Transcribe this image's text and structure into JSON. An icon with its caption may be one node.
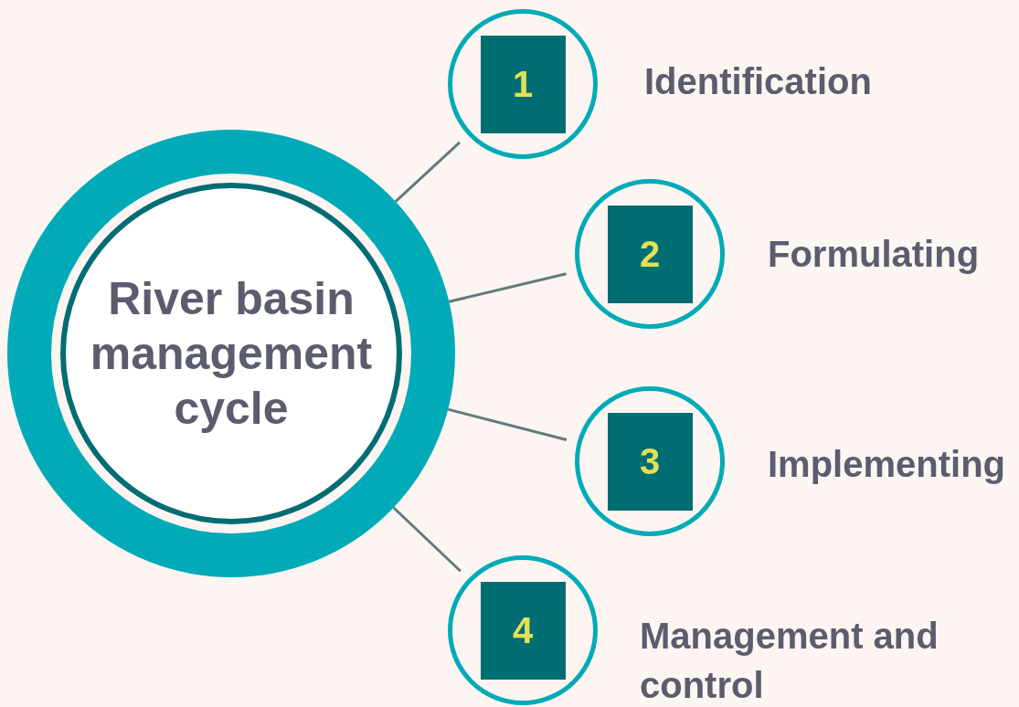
{
  "diagram": {
    "nodes": [
      {
        "text": [
          "River basin management cycle"
        ]
      },
      {
        "text": [
          "1"
        ],
        "beside": [
          "Identification"
        ]
      },
      {
        "text": [
          "2"
        ],
        "beside": [
          "Formulating"
        ]
      },
      {
        "text": [
          "3"
        ],
        "beside": [
          "Implementing"
        ]
      },
      {
        "text": [
          "4"
        ],
        "beside": [
          "Management and control"
        ]
      }
    ],
    "edges": [
      {
        "from": 0,
        "to": 1,
        "arrow": "none"
      },
      {
        "from": 0,
        "to": 2,
        "arrow": "none"
      },
      {
        "from": 0,
        "to": 3,
        "arrow": "none"
      },
      {
        "from": 0,
        "to": 4,
        "arrow": "none"
      }
    ]
  }
}
